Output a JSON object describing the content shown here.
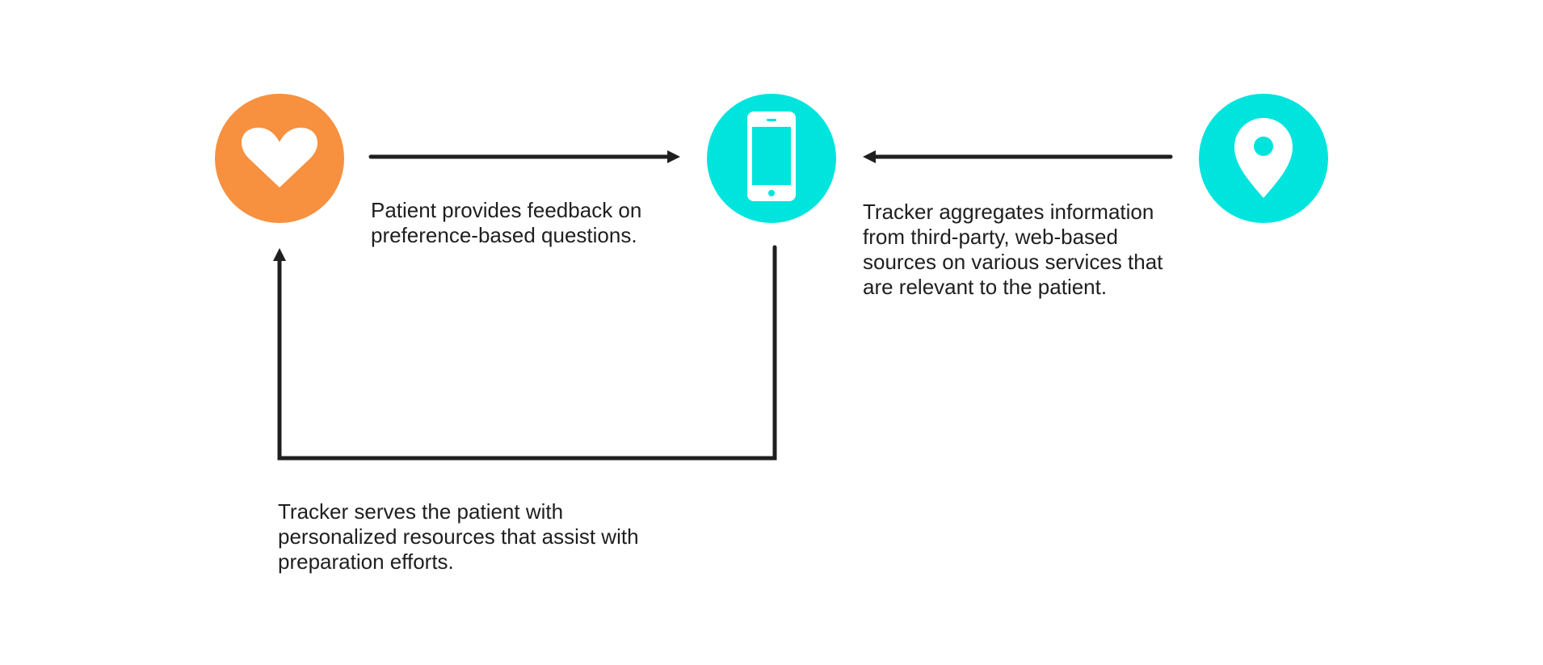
{
  "colors": {
    "patient_node": "#f7903f",
    "tracker_node": "#00e4de",
    "source_node": "#00e4de",
    "arrow": "#1f1f1f",
    "text": "#1f1f1f",
    "icon_fill": "#ffffff"
  },
  "nodes": [
    {
      "id": "patient",
      "icon": "heart-icon",
      "color": "#f7903f"
    },
    {
      "id": "tracker",
      "icon": "smartphone-icon",
      "color": "#00e4de"
    },
    {
      "id": "sources",
      "icon": "location-pin-icon",
      "color": "#00e4de"
    }
  ],
  "edges": [
    {
      "from": "patient",
      "to": "tracker",
      "label_key": "captions.feedback"
    },
    {
      "from": "sources",
      "to": "tracker",
      "label_key": "captions.aggregates"
    },
    {
      "from": "tracker",
      "to": "patient",
      "label_key": "captions.serves"
    }
  ],
  "captions": {
    "feedback": [
      "Patient provides feedback on",
      "preference-based questions."
    ],
    "aggregates": [
      "Tracker aggregates information",
      "from third-party, web-based",
      "sources on various services that",
      "are relevant to the patient."
    ],
    "serves": [
      "Tracker serves the patient with",
      "personalized resources that assist with",
      "preparation efforts."
    ]
  }
}
